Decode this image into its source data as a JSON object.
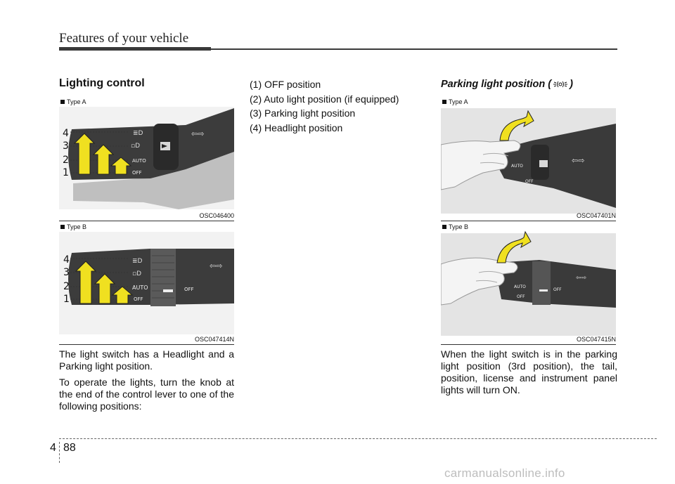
{
  "header": {
    "title": "Features of your vehicle"
  },
  "section": {
    "title": "Lighting control"
  },
  "figures": {
    "type_a_left": {
      "label": "Type A",
      "code": "OSC046400",
      "numbers": [
        "4",
        "3",
        "2",
        "1"
      ],
      "texts": [
        "AUTO",
        "OFF"
      ]
    },
    "type_b_left": {
      "label": "Type B",
      "code": "OSC047414N",
      "numbers": [
        "4",
        "3",
        "2",
        "1"
      ],
      "texts": [
        "AUTO",
        "OFF",
        "OFF"
      ]
    },
    "type_a_right": {
      "label": "Type A",
      "code": "OSC047401N",
      "texts": [
        "AUTO",
        "OFF"
      ]
    },
    "type_b_right": {
      "label": "Type B",
      "code": "OSC047415N",
      "texts": [
        "AUTO",
        "OFF",
        "OFF"
      ]
    }
  },
  "left_text": {
    "p1": "The light switch has a Headlight and a Parking light position.",
    "p2": "To operate the lights, turn the knob at the end of the control lever to one of the following positions:"
  },
  "positions": [
    "(1) OFF position",
    "(2) Auto light position (if equipped)",
    "(3) Parking light position",
    "(4) Headlight position"
  ],
  "parking": {
    "title_prefix": "Parking light position (",
    "title_suffix": ")",
    "icon": "parking-light-icon",
    "text": "When the light switch is in the parking light position (3rd position), the tail, position, license and instrument panel lights will turn ON."
  },
  "footer": {
    "chapter": "4",
    "page": "88"
  },
  "watermark": "carmanualsonline.info",
  "colors": {
    "arrow": "#f0e020",
    "stalk": "#3c3c3c",
    "photo_bg": "#e6e6e6"
  }
}
